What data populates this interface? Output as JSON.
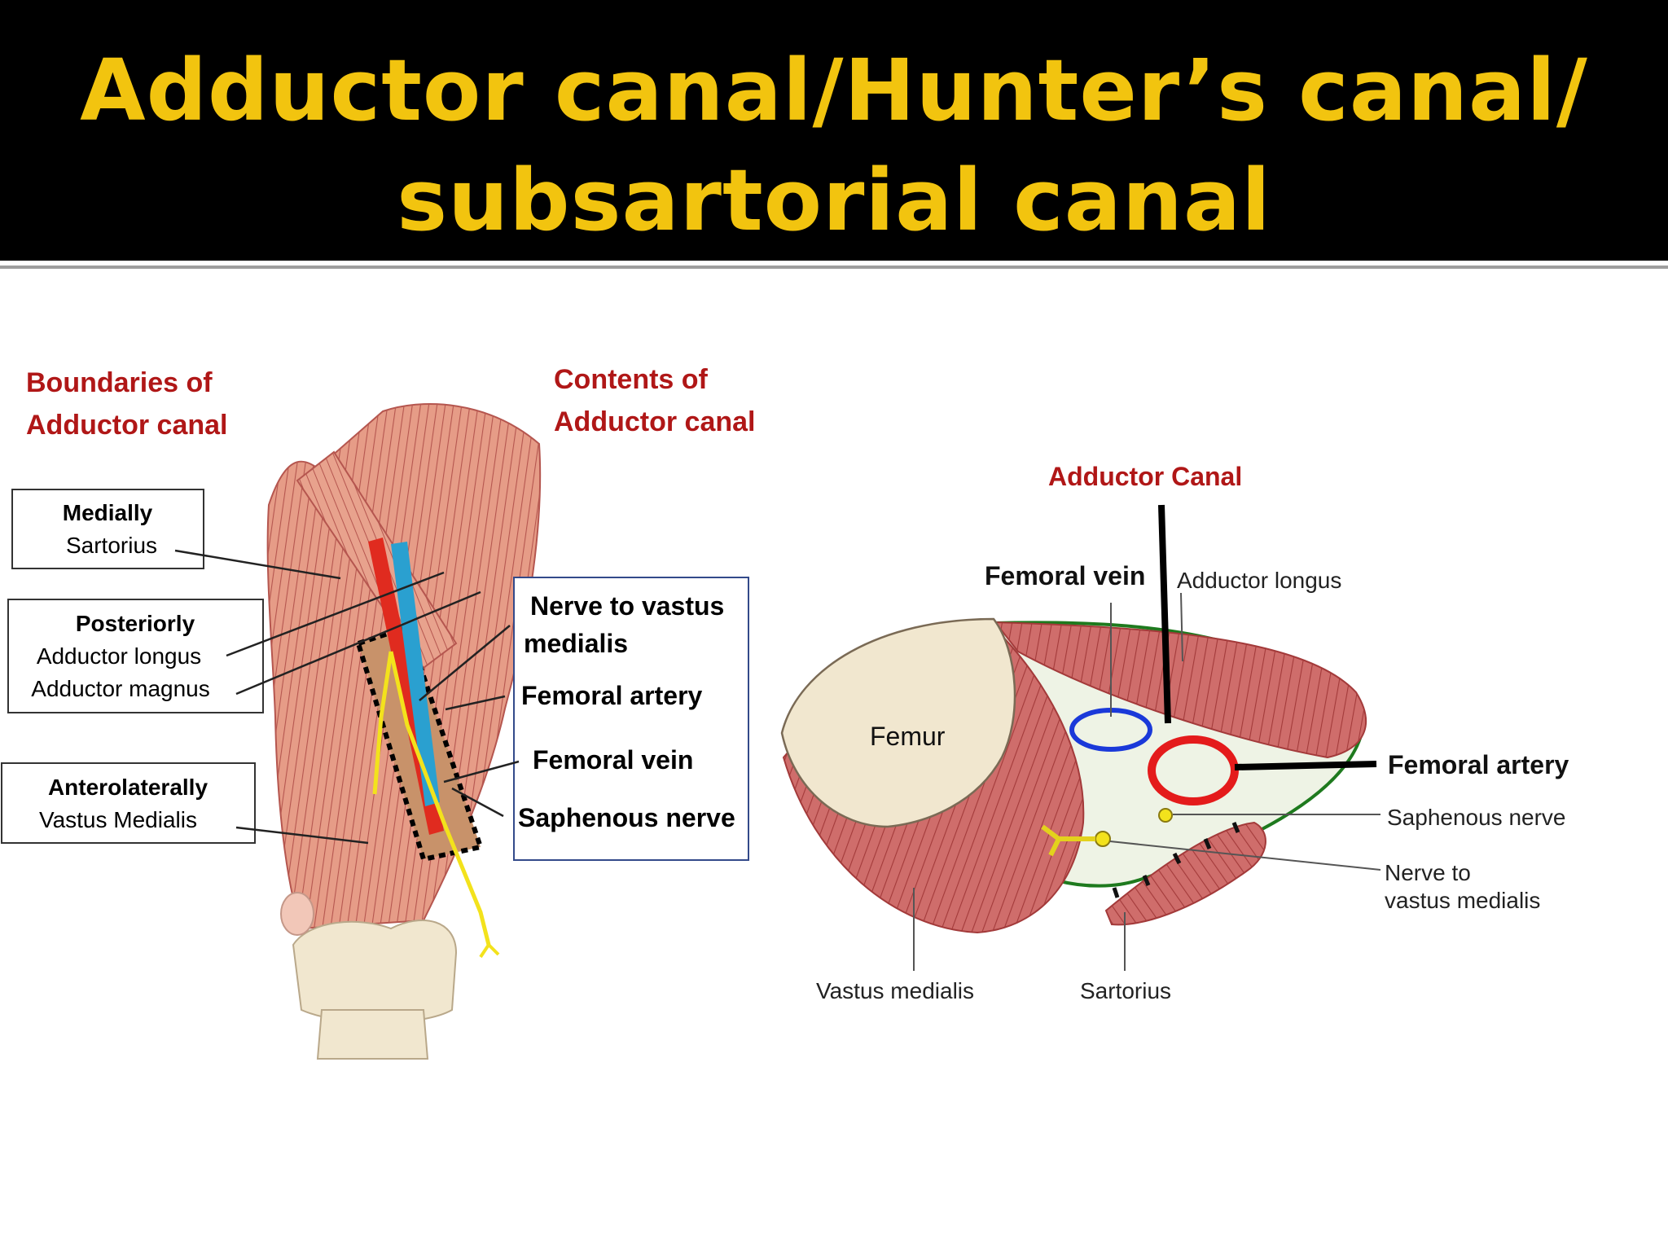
{
  "title": {
    "line1": "Adductor canal/Hunter’s canal/",
    "line2": "subsartorial canal"
  },
  "left_panel": {
    "boundaries_heading": [
      "Boundaries of",
      "Adductor canal"
    ],
    "contents_heading": [
      "Contents of",
      "Adductor canal"
    ],
    "boundaries": [
      {
        "heading": "Medially",
        "items": [
          "Sartorius"
        ]
      },
      {
        "heading": "Posteriorly",
        "items": [
          "Adductor longus",
          "Adductor magnus"
        ]
      },
      {
        "heading": "Anterolaterally",
        "items": [
          "Vastus Medialis"
        ]
      }
    ],
    "contents": [
      [
        "Nerve to vastus",
        "medialis"
      ],
      [
        "Femoral artery"
      ],
      [
        "Femoral vein"
      ],
      [
        "Saphenous nerve"
      ]
    ]
  },
  "right_panel": {
    "canal_label": "Adductor Canal",
    "femur_label": "Femur",
    "femoral_vein": "Femoral vein",
    "adductor_longus": "Adductor longus",
    "femoral_artery": "Femoral artery",
    "saphenous_nerve": "Saphenous nerve",
    "nerve_to_vastus": [
      "Nerve to",
      "vastus medialis"
    ],
    "vastus_medialis": "Vastus medialis",
    "sartorius": "Sartorius"
  },
  "colors": {
    "title": "#f2c40f",
    "heading_red": "#b01717",
    "muscle": "#c9605e",
    "muscle_fill_light": "#e8a590",
    "artery": "#e41b1b",
    "vein": "#1a39d9",
    "nerve": "#f3e21c",
    "canal_outline": "#1e7a1e",
    "bone": "#f1e7cf"
  }
}
